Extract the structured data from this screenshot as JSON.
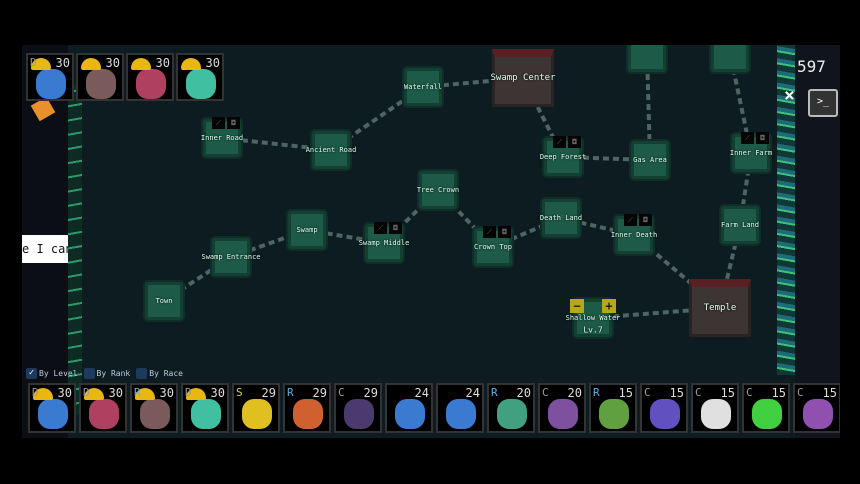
{
  "hud": {
    "score": "597",
    "close_icon": "×",
    "terminal_label": ">_",
    "dialog_text": "e I can"
  },
  "colors": {
    "map_bg": "#0c1c20",
    "node": "#1e5a48",
    "boss": "#3d3434",
    "accent": "#e8b810"
  },
  "map": {
    "nodes": [
      {
        "id": "waterfall",
        "label": "Waterfall"
      },
      {
        "id": "inner_road",
        "label": "Inner Road",
        "locked": true
      },
      {
        "id": "ancient_road",
        "label": "Ancient Road"
      },
      {
        "id": "deep_forest",
        "label": "Deep Forest",
        "locked": true
      },
      {
        "id": "gas_area",
        "label": "Gas Area"
      },
      {
        "id": "inner_farm",
        "label": "Inner Farm",
        "locked": true
      },
      {
        "id": "tree_crown",
        "label": "Tree Crown"
      },
      {
        "id": "swamp",
        "label": "Swamp"
      },
      {
        "id": "swamp_middle",
        "label": "Swamp Middle",
        "locked": true
      },
      {
        "id": "crown_top",
        "label": "Crown Top",
        "locked": true
      },
      {
        "id": "death_land",
        "label": "Death Land"
      },
      {
        "id": "inner_death",
        "label": "Inner Death",
        "locked": true
      },
      {
        "id": "farm_land",
        "label": "Farm Land"
      },
      {
        "id": "swamp_entrance",
        "label": "Swamp Entrance"
      },
      {
        "id": "town",
        "label": "Town"
      },
      {
        "id": "shallow_water",
        "label": "Shallow Water",
        "level": "Lv.7"
      },
      {
        "id": "top1",
        "label": ""
      },
      {
        "id": "top2",
        "label": ""
      }
    ],
    "bosses": [
      {
        "id": "swamp_center",
        "label": "Swamp Center"
      },
      {
        "id": "temple",
        "label": "Temple"
      }
    ]
  },
  "party": [
    {
      "level": "30",
      "rank": "D",
      "color": "#3a7ad0"
    },
    {
      "level": "30",
      "rank": "",
      "color": "#7a5a5a"
    },
    {
      "level": "30",
      "rank": "",
      "color": "#b04060"
    },
    {
      "level": "30",
      "rank": "",
      "color": "#40c0a0"
    }
  ],
  "filters": [
    {
      "label": "By Level",
      "checked": true
    },
    {
      "label": "By Rank",
      "checked": false
    },
    {
      "label": "By Race",
      "checked": false
    }
  ],
  "roster": [
    {
      "level": "30",
      "rank": "D",
      "color": "#3a7ad0",
      "helmet": true
    },
    {
      "level": "30",
      "rank": "D",
      "color": "#b04060",
      "helmet": true
    },
    {
      "level": "30",
      "rank": "R",
      "color": "#7a5a5a",
      "helmet": true
    },
    {
      "level": "30",
      "rank": "D",
      "color": "#40c0a0",
      "helmet": true
    },
    {
      "level": "29",
      "rank": "S",
      "color": "#e0c020"
    },
    {
      "level": "29",
      "rank": "R",
      "color": "#d06030"
    },
    {
      "level": "29",
      "rank": "C",
      "color": "#4a3a70"
    },
    {
      "level": "24",
      "rank": "",
      "color": "#3a7ad0"
    },
    {
      "level": "24",
      "rank": "",
      "color": "#3a7ad0"
    },
    {
      "level": "20",
      "rank": "R",
      "color": "#40a080"
    },
    {
      "level": "20",
      "rank": "C",
      "color": "#8050a0"
    },
    {
      "level": "15",
      "rank": "R",
      "color": "#60a040"
    },
    {
      "level": "15",
      "rank": "C",
      "color": "#6050c0"
    },
    {
      "level": "15",
      "rank": "C",
      "color": "#e0e0e0"
    },
    {
      "level": "15",
      "rank": "C",
      "color": "#40d040"
    },
    {
      "level": "15",
      "rank": "C",
      "color": "#9050b0"
    }
  ]
}
